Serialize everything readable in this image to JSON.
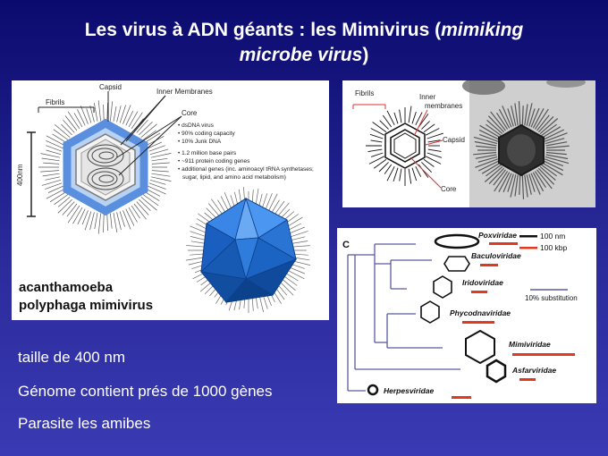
{
  "title": {
    "line1_regular": "Les virus à ADN géants : les Mimivirus (",
    "line1_italic": "mimiking",
    "line2_italic": "microbe virus",
    "line2_regular": ")"
  },
  "structure_panel": {
    "labels": {
      "fibrils": "Fibrils",
      "capsid": "Capsid",
      "inner_membranes": "Inner Membranes",
      "core": "Core",
      "scale": "400nm"
    },
    "core_facts": [
      "dsDNA virus",
      "90% coding capacity",
      "10% Junk DNA",
      "1.2 million base pairs",
      "~911 protein coding genes",
      "additional genes (inc. aminoacyl tRNA synthetases;",
      "sugar, lipid, and amino acid metabolism)"
    ],
    "species_name_line1": "acanthamoeba",
    "species_name_line2": "polyphaga mimivirus"
  },
  "micro_panel": {
    "labels": {
      "fibrils": "Fibrils",
      "inner": "Inner",
      "membranes": "membranes",
      "capsid": "Capsid",
      "core": "Core"
    }
  },
  "tree_panel": {
    "panel_letter": "C",
    "legend": {
      "scale_nm": "100 nm",
      "scale_kbp": "100 kbp",
      "substitution": "10% substitution"
    },
    "families": [
      "Poxviridae",
      "Baculoviridae",
      "Iridoviridae",
      "Phycodnaviridae",
      "Mimiviridae",
      "Asfarviridae",
      "Herpesviridae"
    ]
  },
  "bullets": [
    "taille de 400 nm",
    "Génome contient prés de 1000 gènes",
    "Parasite les amibes"
  ],
  "colors": {
    "background_top": "#0a0a6e",
    "background_bottom": "#3a3ab4",
    "capsid_blue": "#1e6fd6",
    "genome_bar_red": "#e03a1e",
    "label_line_red": "#e03030"
  }
}
